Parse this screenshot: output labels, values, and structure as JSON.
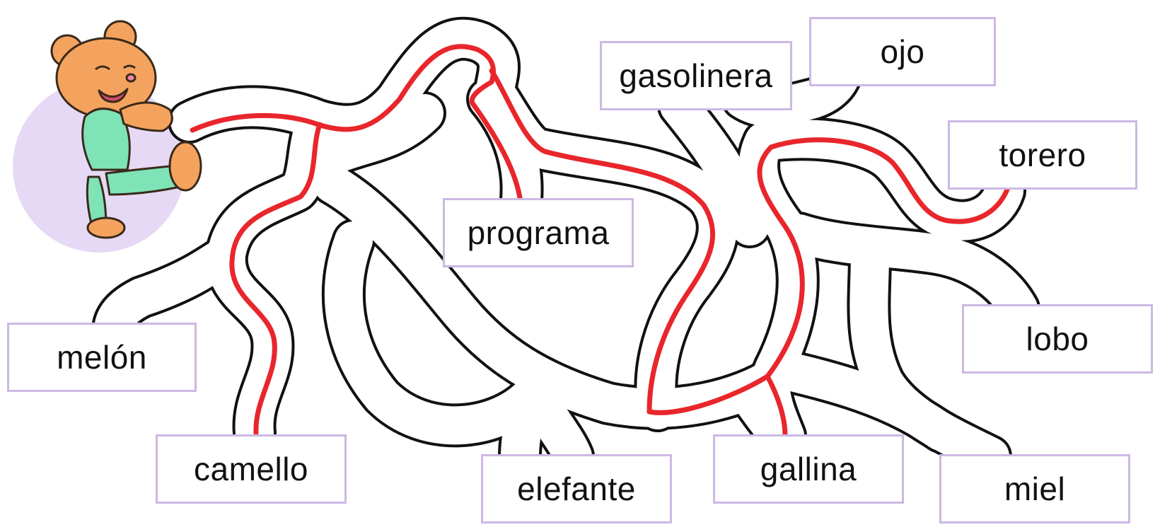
{
  "words": {
    "gasolinera": "gasolinera",
    "ojo": "ojo",
    "torero": "torero",
    "programa": "programa",
    "melon": "melón",
    "lobo": "lobo",
    "camello": "camello",
    "elefante": "elefante",
    "gallina": "gallina",
    "miel": "miel"
  },
  "colors": {
    "solution_path": "#e8262b",
    "maze_wall": "#111111",
    "box_border": "#cdb8e4",
    "character_circle": "#e6d9f5",
    "character_fur": "#f4a35f",
    "character_overalls": "#7fe3b8"
  },
  "icons": {
    "character": "mouse-character-icon"
  }
}
